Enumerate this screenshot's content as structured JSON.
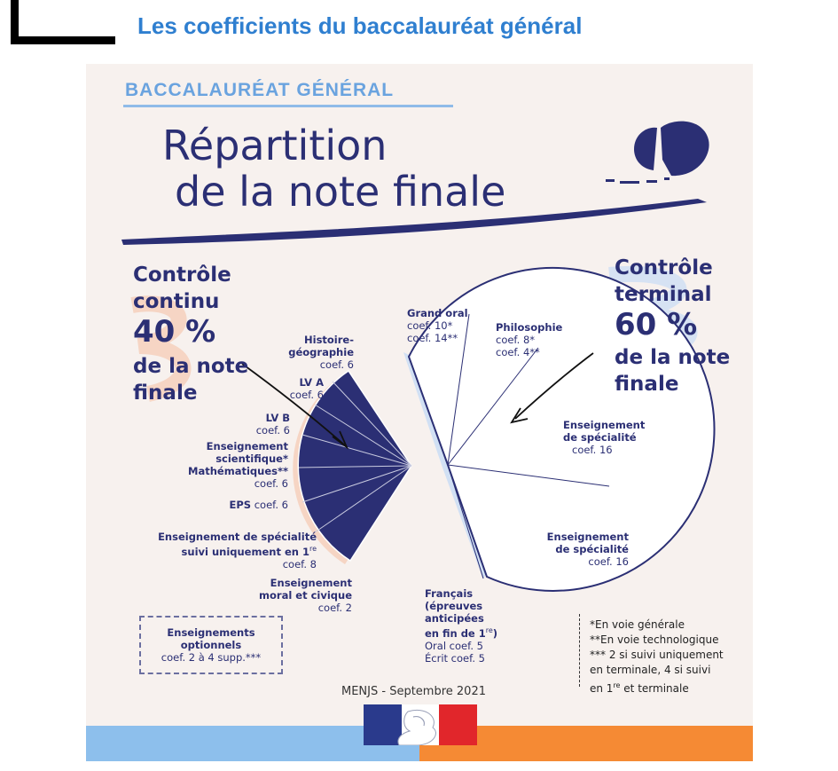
{
  "slide_title": "Les coefficients du baccalauréat général",
  "poster": {
    "tag": "BACCALAURÉAT GÉNÉRAL",
    "title_line1": "Répartition",
    "title_line2": "de la note finale",
    "cc": {
      "line1": "Contrôle",
      "line2": "continu",
      "pct": "40 %",
      "line3": "de la note",
      "line4": "finale"
    },
    "ct": {
      "line1": "Contrôle",
      "line2": "terminal",
      "pct": "60 %",
      "line3": "de la note",
      "line4": "finale"
    },
    "left_labels": {
      "hg": {
        "name1": "Histoire-",
        "name2": "géographie",
        "coef": "coef. 6"
      },
      "lva": {
        "name": "LV A",
        "coef": "coef. 6"
      },
      "lvb": {
        "name": "LV B",
        "coef": "coef. 6"
      },
      "sci": {
        "name1": "Enseignement",
        "name2": "scientifique*",
        "name3": "Mathématiques**",
        "coef": "coef. 6"
      },
      "eps": {
        "name": "EPS",
        "coef": "coef. 6"
      },
      "spe1": {
        "name1": "Enseignement de spécialité",
        "name2": "suivi uniquement en 1",
        "sup": "re",
        "coef": "coef. 8"
      },
      "emc": {
        "name1": "Enseignement",
        "name2": "moral et civique",
        "coef": "coef. 2"
      }
    },
    "right_labels": {
      "oral": {
        "name": "Grand oral",
        "coef1": "coef. 10*",
        "coef2": "coef. 14**"
      },
      "philo": {
        "name": "Philosophie",
        "coef1": "coef. 8*",
        "coef2": "coef. 4**"
      },
      "spe_a": {
        "name1": "Enseignement",
        "name2": "de spécialité",
        "coef": "coef. 16"
      },
      "spe_b": {
        "name1": "Enseignement",
        "name2": "de spécialité",
        "coef": "coef. 16"
      },
      "fr": {
        "name1": "Français",
        "name2": "(épreuves",
        "name3": "anticipées",
        "name4": "en fin de 1",
        "sup": "re",
        "name5": ")",
        "coef1": "Oral coef. 5",
        "coef2": "Écrit coef. 5"
      }
    },
    "optional": {
      "line1": "Enseignements",
      "line2": "optionnels",
      "line3": "coef. 2 à 4 supp.***"
    },
    "notes": {
      "n1": "*En voie générale",
      "n2": "**En voie technologique",
      "n3": "*** 2 si suivi uniquement",
      "n4": "en terminale, 4 si suivi",
      "n5": "en 1",
      "n5_sup": "re",
      "n5_end": " et terminale"
    },
    "credit": "MENJS - Septembre 2021"
  },
  "colors": {
    "navy": "#2b2f74",
    "light_blue": "#8dbfec",
    "orange": "#f58a34",
    "accent_blue": "#2f7fd0"
  }
}
